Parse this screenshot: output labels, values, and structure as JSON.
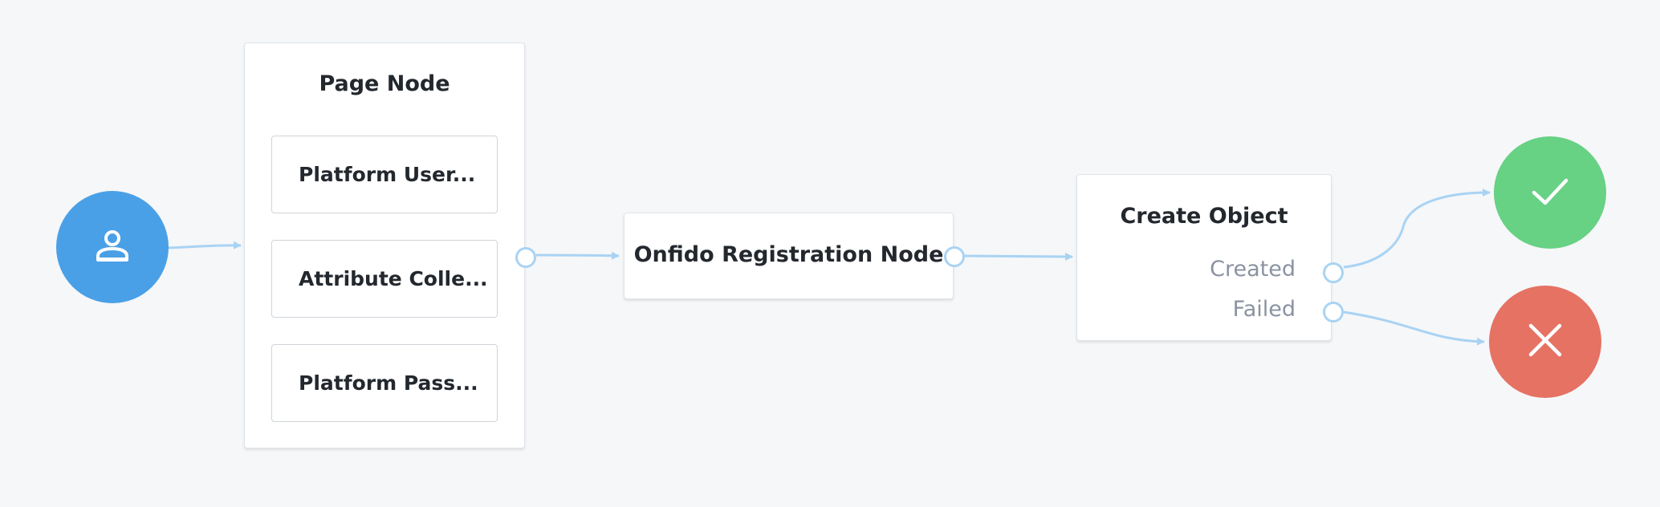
{
  "colors": {
    "background": "#f6f7f9",
    "start": "#4aa0e6",
    "success": "#67d184",
    "failure": "#e57263",
    "connector": "#a9d3f3"
  },
  "start_node": {
    "icon": "user-icon"
  },
  "page_node": {
    "title": "Page Node",
    "children": [
      {
        "label": "Platform User..."
      },
      {
        "label": "Attribute Colle..."
      },
      {
        "label": "Platform Pass..."
      }
    ]
  },
  "onfido_node": {
    "title": "Onfido Registration Node"
  },
  "create_object_node": {
    "title": "Create Object",
    "outcomes": [
      {
        "label": "Created"
      },
      {
        "label": "Failed"
      }
    ]
  },
  "success_node": {
    "icon": "check-icon"
  },
  "failure_node": {
    "icon": "close-icon"
  }
}
